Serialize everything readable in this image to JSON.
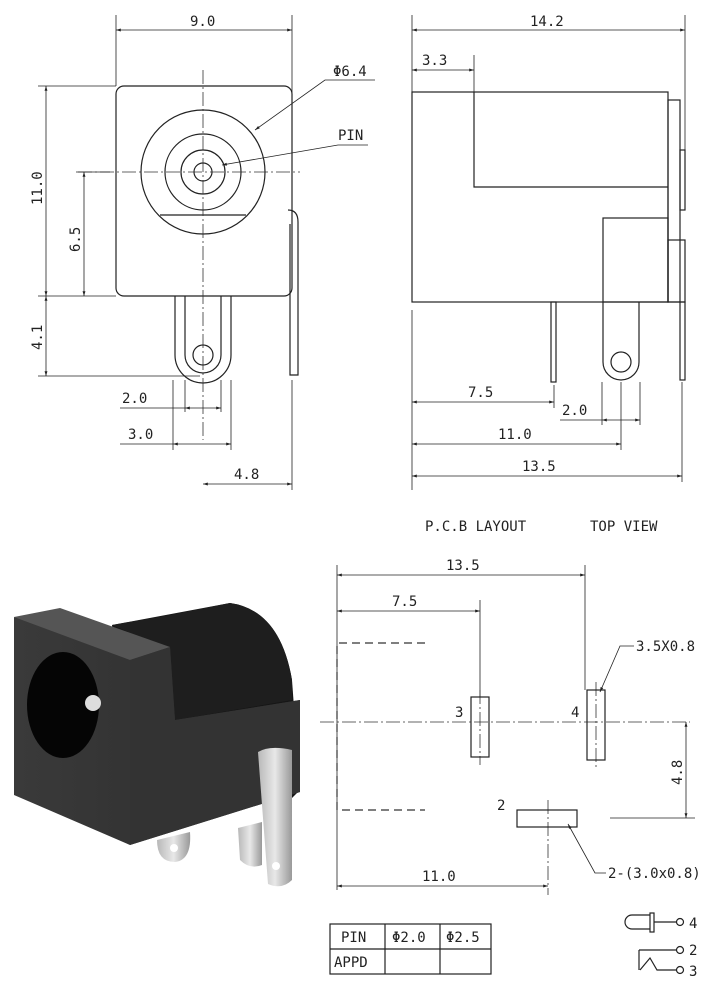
{
  "front_view": {
    "dim_width": "9.0",
    "dim_height": "11.0",
    "dim_center": "6.5",
    "dim_pin_len": "4.1",
    "dim_pin_w1": "2.0",
    "dim_pin_w2": "3.0",
    "dim_side": "4.8",
    "label_diameter": "Φ6.4",
    "label_pin": "PIN"
  },
  "side_view": {
    "dim_total": "14.2",
    "dim_step": "3.3",
    "dim_pin1": "7.5",
    "dim_tab": "2.0",
    "dim_pin2": "11.0",
    "dim_pin3": "13.5"
  },
  "pcb_layout": {
    "title": "P.C.B LAYOUT",
    "subtitle": "TOP VIEW",
    "dim_total": "13.5",
    "dim_pad3": "7.5",
    "dim_pad2": "11.0",
    "dim_offset": "4.8",
    "pad_label_3": "3",
    "pad_label_4": "4",
    "pad_label_2": "2",
    "note_pad4": "3.5X0.8",
    "note_pad2": "2-(3.0x0.8)"
  },
  "table": {
    "headers": [
      "PIN",
      "Φ2.0",
      "Φ2.5"
    ],
    "rows": [
      [
        "APPD",
        "",
        ""
      ]
    ]
  },
  "schematic": {
    "pin_4": "4",
    "pin_2": "2",
    "pin_3": "3"
  }
}
